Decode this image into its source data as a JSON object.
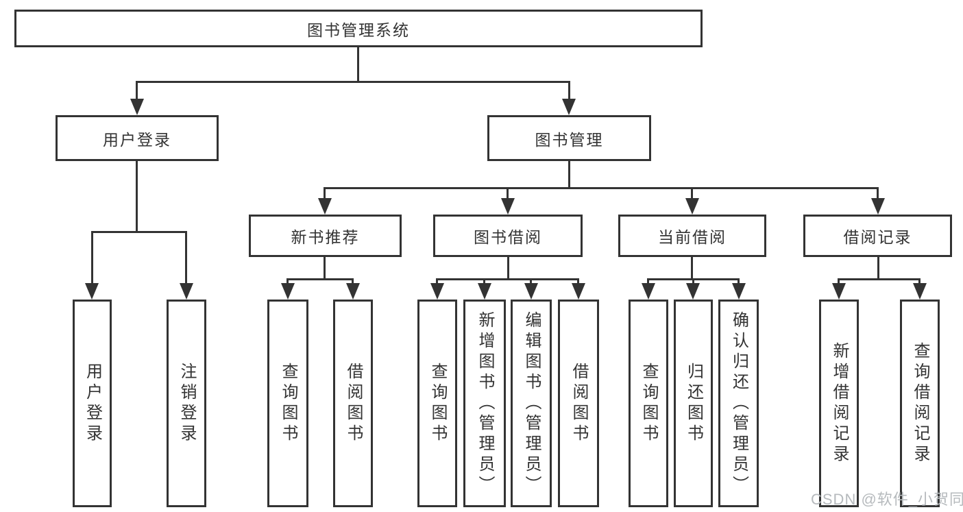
{
  "diagram": {
    "root": {
      "label": "图书管理系统"
    },
    "branches": [
      {
        "label": "用户登录",
        "children": [
          {
            "label": "用户登录"
          },
          {
            "label": "注销登录"
          }
        ]
      },
      {
        "label": "图书管理",
        "children": [
          {
            "label": "新书推荐",
            "children": [
              {
                "label": "查询图书"
              },
              {
                "label": "借阅图书"
              }
            ]
          },
          {
            "label": "图书借阅",
            "children": [
              {
                "label": "查询图书"
              },
              {
                "label": "新增图书（管理员）"
              },
              {
                "label": "编辑图书（管理员）"
              },
              {
                "label": "借阅图书"
              }
            ]
          },
          {
            "label": "当前借阅",
            "children": [
              {
                "label": "查询图书"
              },
              {
                "label": "归还图书"
              },
              {
                "label": "确认归还（管理员）"
              }
            ]
          },
          {
            "label": "借阅记录",
            "children": [
              {
                "label": "新增借阅记录"
              },
              {
                "label": "查询借阅记录"
              }
            ]
          }
        ]
      }
    ]
  },
  "watermark": {
    "text": "CSDN @软件_小贺同学"
  },
  "colors": {
    "line": "#333333",
    "text": "#333333",
    "box_fill": "#ffffff",
    "background": "#ffffff",
    "watermark": "#b6babd"
  }
}
